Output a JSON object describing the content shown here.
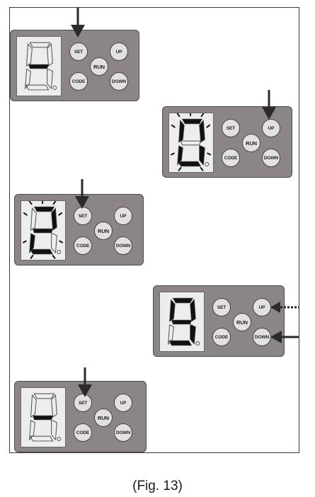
{
  "buttons": {
    "set": "SET",
    "up": "UP",
    "run": "RUN",
    "code": "CODE",
    "down": "DOWN"
  },
  "panels": [
    {
      "digit": "-",
      "blinking": false,
      "pressed": [
        "set"
      ]
    },
    {
      "digit": "0",
      "blinking": true,
      "pressed": [
        "up"
      ]
    },
    {
      "digit": "2",
      "blinking": true,
      "pressed": [
        "set"
      ]
    },
    {
      "digit": "9",
      "blinking": false,
      "pressed": [
        "up",
        "down"
      ],
      "held": [
        "up"
      ]
    },
    {
      "digit": "-",
      "blinking": false,
      "pressed": [
        "set"
      ]
    }
  ],
  "caption": "(Fig. 13)",
  "colors": {
    "panel": "#8c8585",
    "display": "#ededed",
    "button": "#e3e0e0",
    "segment_on": "#111111",
    "arrow": "#2a2a2a"
  }
}
